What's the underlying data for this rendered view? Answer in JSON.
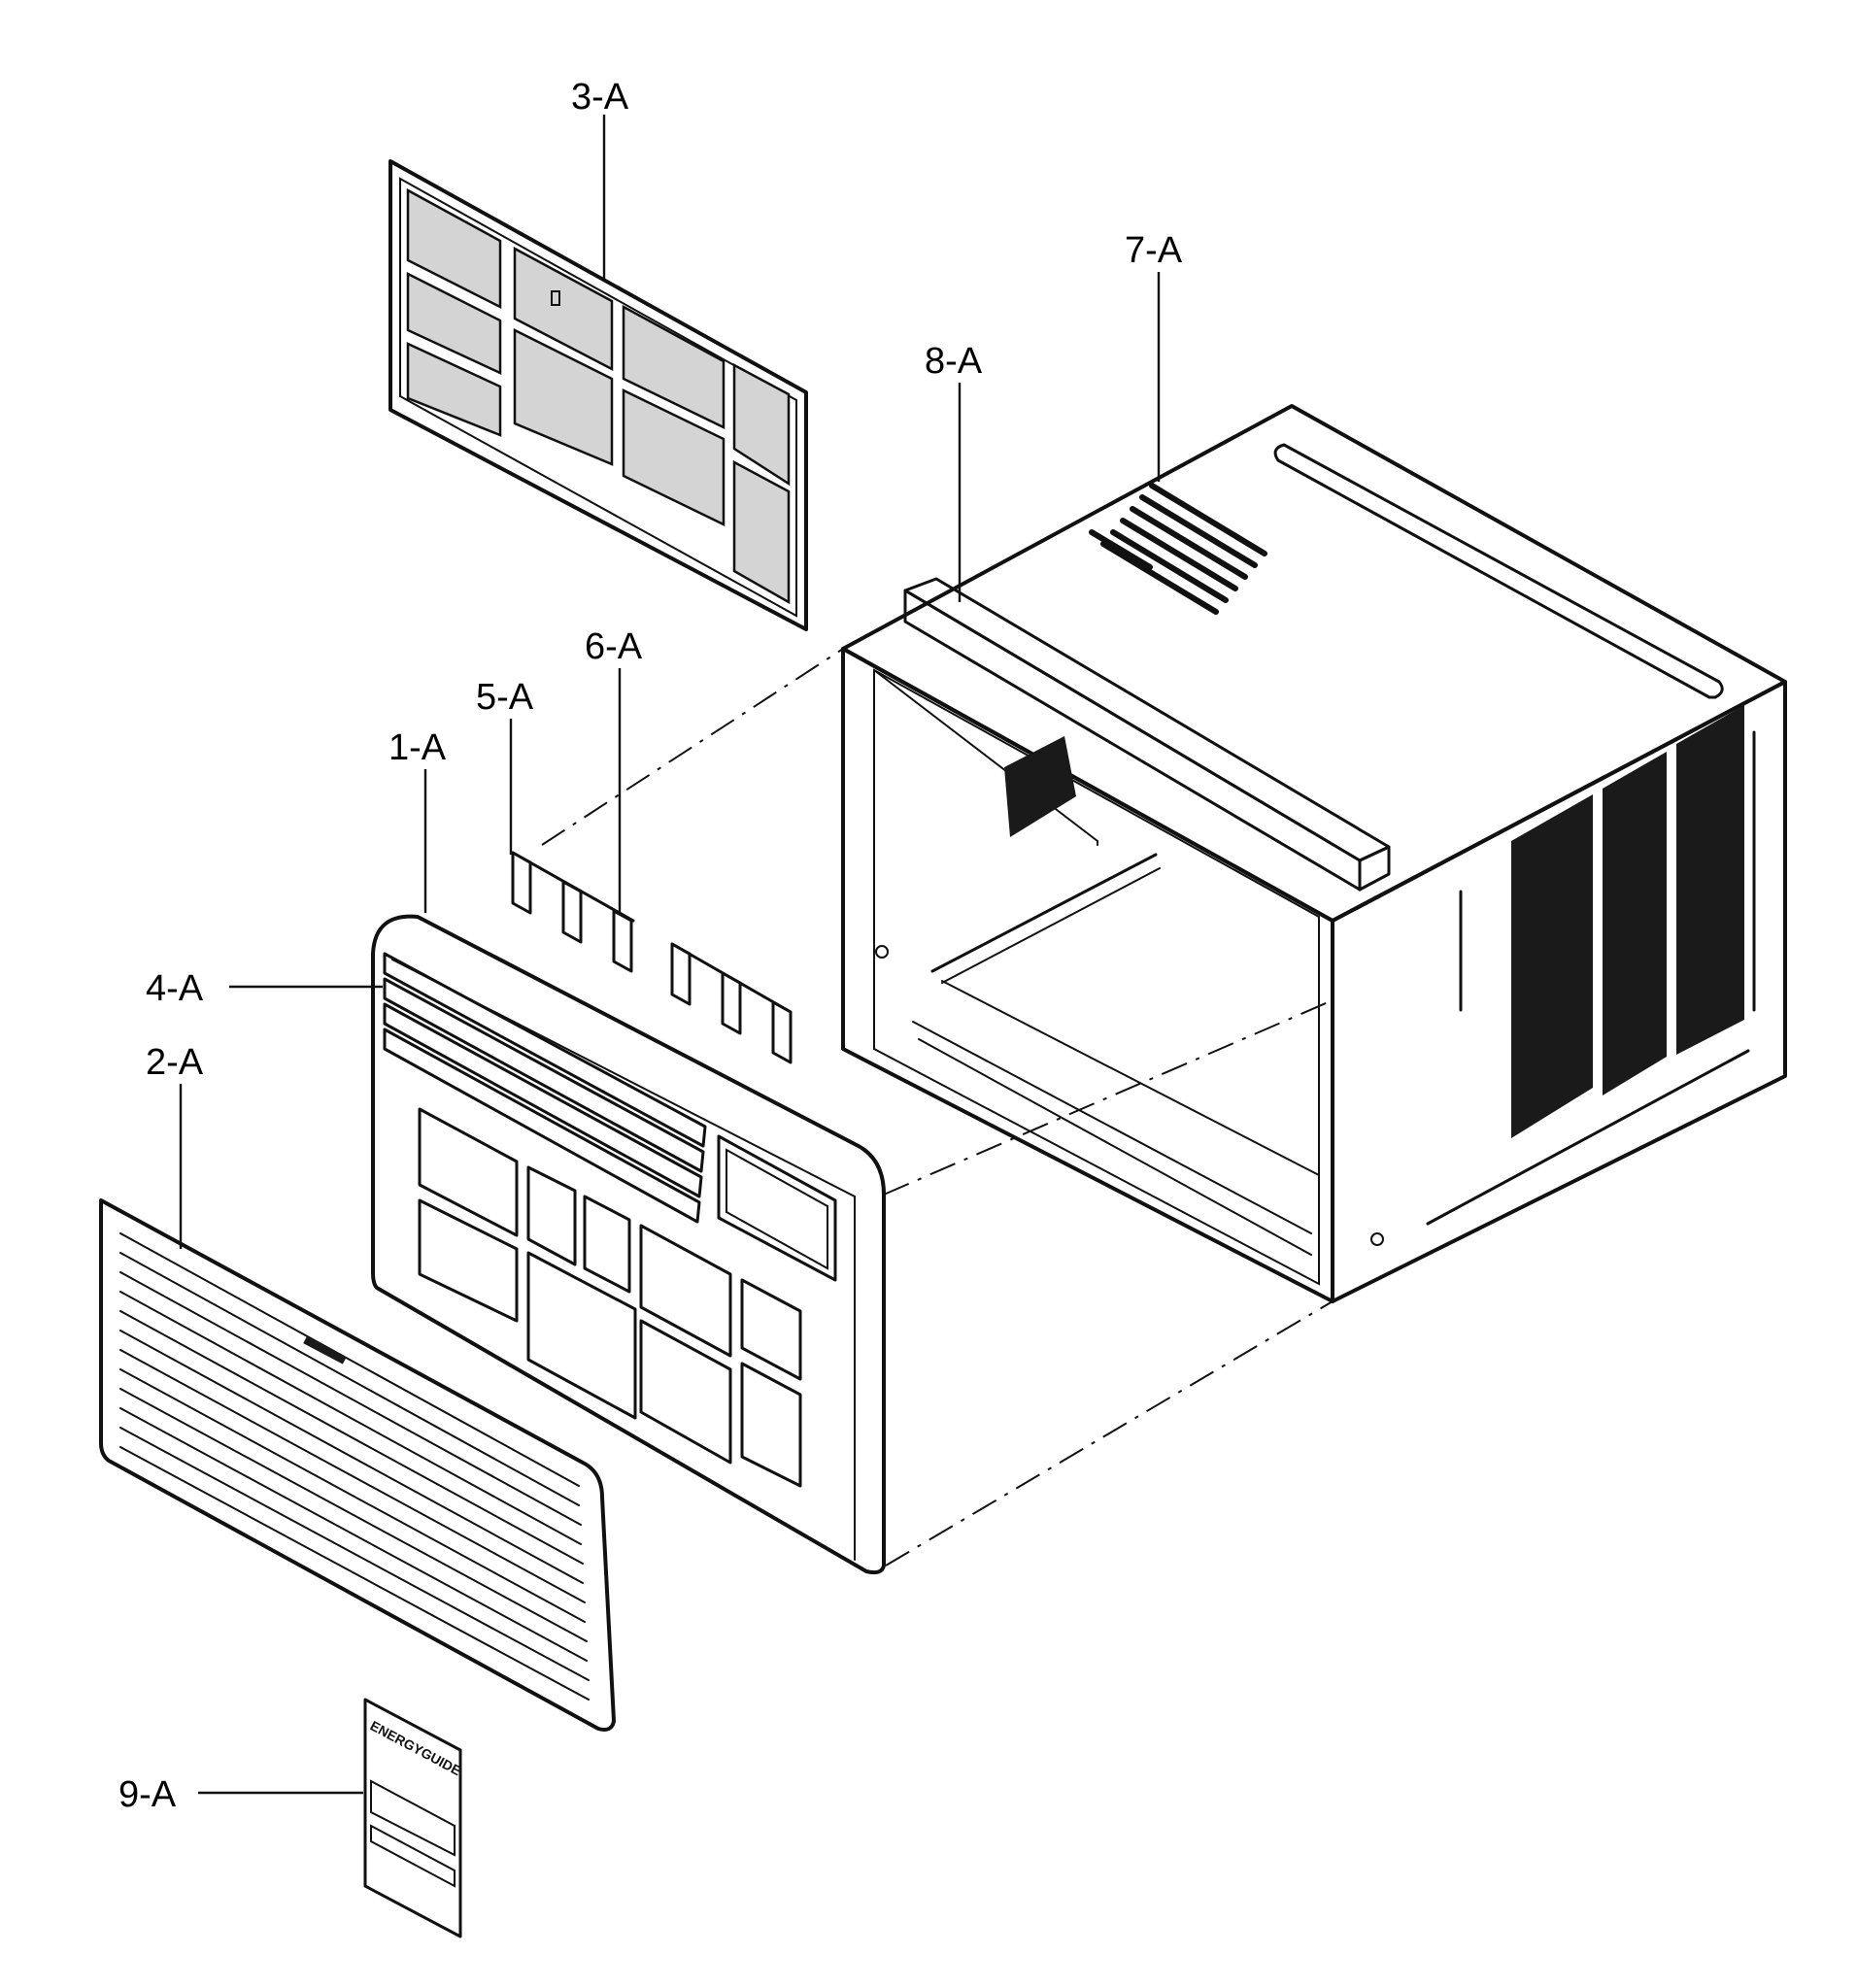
{
  "parts": [
    {
      "id": "1-A"
    },
    {
      "id": "2-A"
    },
    {
      "id": "3-A"
    },
    {
      "id": "4-A"
    },
    {
      "id": "5-A"
    },
    {
      "id": "6-A"
    },
    {
      "id": "7-A"
    },
    {
      "id": "8-A"
    },
    {
      "id": "9-A"
    }
  ],
  "energy_label": {
    "header": "ENERGYGUIDE"
  },
  "colors": {
    "ink": "#111111",
    "paper": "#ffffff",
    "filter_mesh": "#d4d4d4"
  }
}
